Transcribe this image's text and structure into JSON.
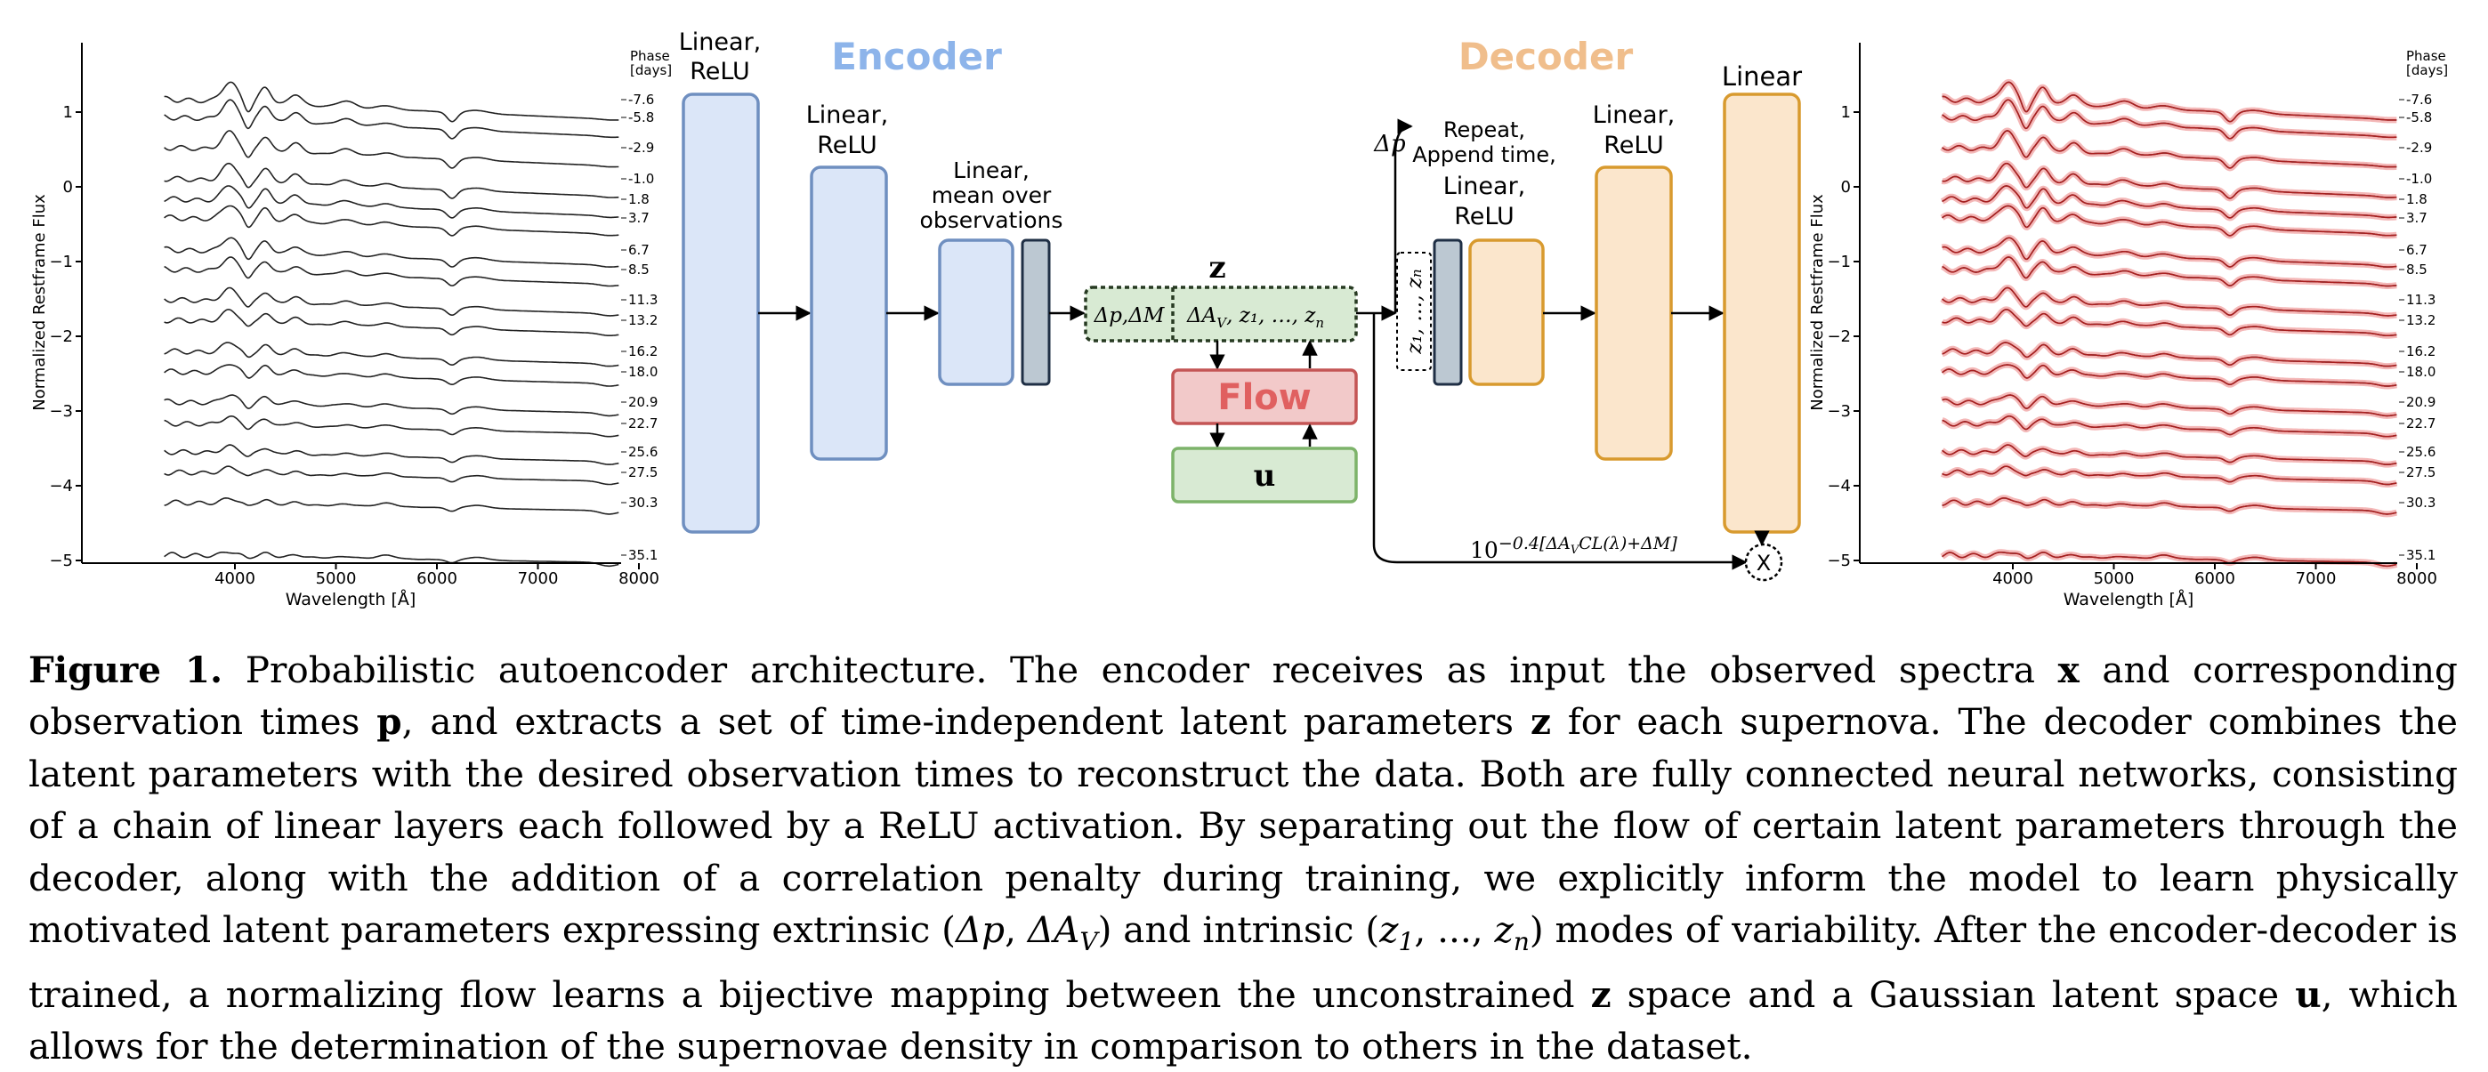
{
  "left_plot": {
    "ylabel": "Normalized Restframe Flux",
    "xlabel": "Wavelength [Å]",
    "xticks": [
      "4000",
      "5000",
      "6000",
      "7000",
      "8000"
    ],
    "yticks": [
      "1",
      "0",
      "−1",
      "−2",
      "−3",
      "−4",
      "−5"
    ],
    "phase_header": [
      "Phase",
      "[days]"
    ],
    "phases": [
      "-7.6",
      "-5.8",
      "-2.9",
      "-1.0",
      "1.8",
      "3.7",
      "6.7",
      "8.5",
      "11.3",
      "13.2",
      "16.2",
      "18.0",
      "20.9",
      "22.7",
      "25.6",
      "27.5",
      "30.3",
      "35.1"
    ]
  },
  "right_plot": {
    "ylabel": "Normalized Restframe Flux",
    "xlabel": "Wavelength [Å]",
    "xticks": [
      "4000",
      "5000",
      "6000",
      "7000",
      "8000"
    ],
    "yticks": [
      "1",
      "0",
      "−1",
      "−2",
      "−3",
      "−4",
      "−5"
    ],
    "phase_header": [
      "Phase",
      "[days]"
    ],
    "phases": [
      "-7.6",
      "-5.8",
      "-2.9",
      "-1.0",
      "1.8",
      "3.7",
      "6.7",
      "8.5",
      "11.3",
      "13.2",
      "16.2",
      "18.0",
      "20.9",
      "22.7",
      "25.6",
      "27.5",
      "30.3",
      "35.1"
    ]
  },
  "diagram": {
    "encoder_title": "Encoder",
    "decoder_title": "Decoder",
    "enc1": [
      "Linear,",
      "ReLU"
    ],
    "enc2": [
      "Linear,",
      "ReLU"
    ],
    "enc3": [
      "Linear,",
      "mean over",
      "observations"
    ],
    "z_label": "z",
    "latent_left": "Δp,ΔM",
    "latent_right": "ΔA",
    "latent_right_sub": "V",
    "latent_right_tail": ", z₁, …, z",
    "latent_right_n": "n",
    "flow": "Flow",
    "u": "u",
    "delta_p": "Δp",
    "dec1": [
      "Repeat,",
      "Append time,",
      "Linear,",
      "ReLU"
    ],
    "dec_vertical": "z₁, …, z",
    "dec2": [
      "Linear,",
      "ReLU"
    ],
    "dec3": [
      "Linear"
    ],
    "formula_base": "10",
    "formula_exp": "−0.4[ΔA",
    "formula_exp_sub": "V",
    "formula_exp_tail": "CL(λ)+ΔM]",
    "multiply": "X",
    "colors": {
      "encoder_title": "#8db4ea",
      "decoder_title": "#f0be8c",
      "enc_fill": "#dbe6f8",
      "enc_stroke": "#6f8fc0",
      "dec_fill": "#fbe6cc",
      "dec_stroke": "#d89a2e",
      "dark_fill": "#bcc8d2",
      "dark_stroke": "#1f2f45",
      "latent_fill": "#d8ead3",
      "latent_stroke": "#273a22",
      "flow_fill": "#f2c9c9",
      "flow_stroke": "#c45555",
      "flow_text": "#e06060",
      "u_fill": "#d8ead3",
      "u_stroke": "#7db36a",
      "recon_line": "#a81f1f",
      "recon_band": "#f4b8b8"
    }
  },
  "caption": {
    "label": "Figure 1.",
    "segments": [
      {
        "t": " Probabilistic autoencoder architecture. The encoder receives as input the observed spectra "
      },
      {
        "b": "x"
      },
      {
        "t": " and corresponding observation times "
      },
      {
        "b": "p"
      },
      {
        "t": ", and extracts a set of time-independent latent parameters "
      },
      {
        "b": "z"
      },
      {
        "t": " for each supernova. The decoder combines the latent parameters with the desired observation times to reconstruct the data. Both are fully connected neural networks, consisting of a chain of linear layers each followed by a ReLU activation. By separating out the flow of certain latent parameters through the decoder, along with the addition of a correlation penalty during training, we explicitly inform the model to learn physically motivated latent parameters expressing extrinsic ("
      },
      {
        "i": "Δp"
      },
      {
        "t": ", "
      },
      {
        "i": "ΔA"
      },
      {
        "sub": "V"
      },
      {
        "t": ") and intrinsic ("
      },
      {
        "i": "z"
      },
      {
        "sub": "1"
      },
      {
        "t": ", ..., "
      },
      {
        "i": "z"
      },
      {
        "sub": "n"
      },
      {
        "t": ") modes of variability. After the encoder-decoder is trained, a normalizing flow learns a bijective mapping between the unconstrained "
      },
      {
        "b": "z"
      },
      {
        "t": " space and a Gaussian latent space "
      },
      {
        "b": "u"
      },
      {
        "t": ", which allows for the determination of the supernovae density in comparison to others in the dataset."
      }
    ]
  }
}
